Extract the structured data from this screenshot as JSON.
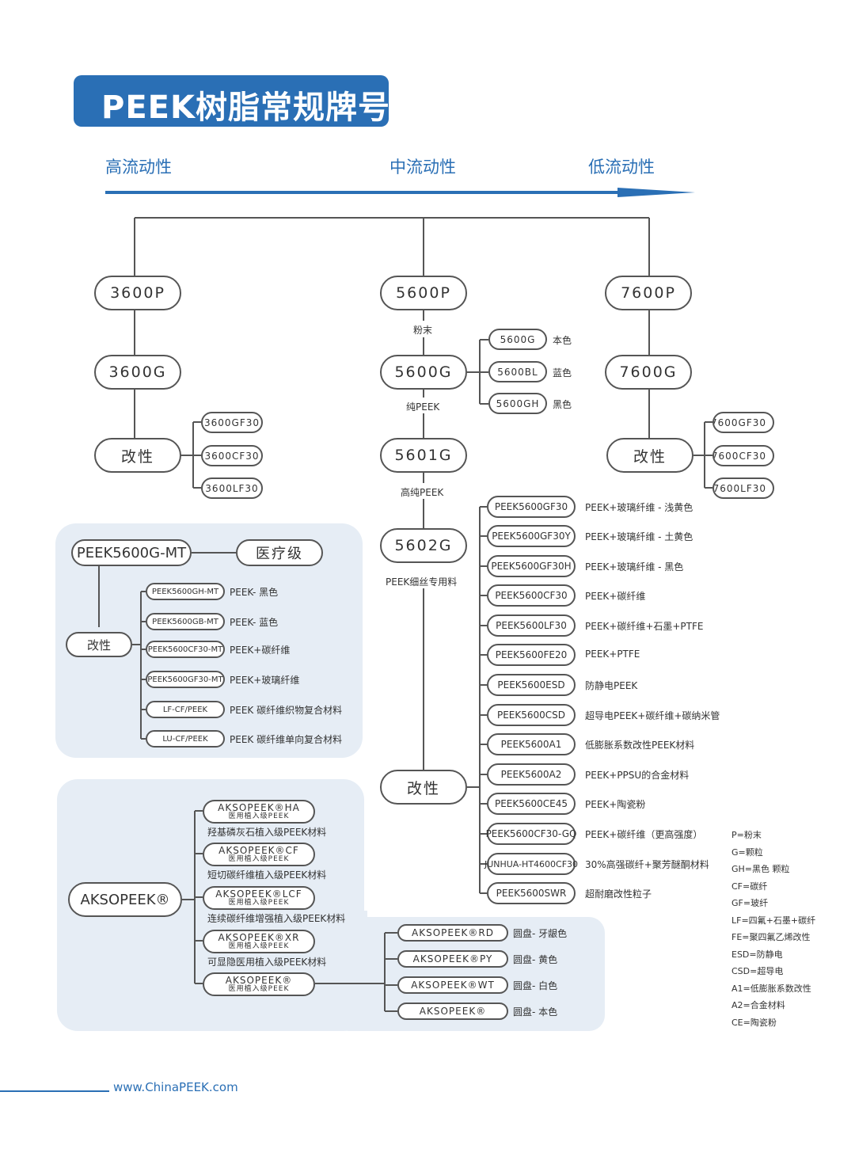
{
  "title": "PEEK树脂常规牌号",
  "flow": {
    "high": "高流动性",
    "mid": "中流动性",
    "low": "低流动性"
  },
  "left": {
    "top": "3600P",
    "mid": "3600G",
    "mod": "改性",
    "items": [
      "3600GF30",
      "3600CF30",
      "3600LF30"
    ]
  },
  "right": {
    "top": "7600P",
    "mid": "7600G",
    "mod": "改性",
    "items": [
      "7600GF30",
      "7600CF30",
      "7600LF30"
    ]
  },
  "center": {
    "p": "5600P",
    "powder": "粉末",
    "g": "5600G",
    "pure": "纯PEEK",
    "g_variants": [
      {
        "code": "5600G",
        "color": "本色"
      },
      {
        "code": "5600BL",
        "color": "蓝色"
      },
      {
        "code": "5600GH",
        "color": "黑色"
      }
    ],
    "g1": "5601G",
    "high_pure": "高纯PEEK",
    "g2": "5602G",
    "fine": "PEEK细丝专用料",
    "mod": "改性",
    "mods": [
      {
        "code": "PEEK5600GF30",
        "desc": "PEEK+玻璃纤维 - 浅黄色"
      },
      {
        "code": "PEEK5600GF30Y",
        "desc": "PEEK+玻璃纤维 - 土黄色"
      },
      {
        "code": "PEEK5600GF30H",
        "desc": "PEEK+玻璃纤维 - 黑色"
      },
      {
        "code": "PEEK5600CF30",
        "desc": "PEEK+碳纤维"
      },
      {
        "code": "PEEK5600LF30",
        "desc": "PEEK+碳纤维+石墨+PTFE"
      },
      {
        "code": "PEEK5600FE20",
        "desc": "PEEK+PTFE"
      },
      {
        "code": "PEEK5600ESD",
        "desc": "防静电PEEK"
      },
      {
        "code": "PEEK5600CSD",
        "desc": "超导电PEEK+碳纤维+碳纳米管"
      },
      {
        "code": "PEEK5600A1",
        "desc": "低膨胀系数改性PEEK材料"
      },
      {
        "code": "PEEK5600A2",
        "desc": "PEEK+PPSU的合金材料"
      },
      {
        "code": "PEEK5600CE45",
        "desc": "PEEK+陶瓷粉"
      },
      {
        "code": "PEEK5600CF30-GQ",
        "desc": "PEEK+碳纤维（更高强度）"
      },
      {
        "code": "JUNHUA-HT4600CF30",
        "desc": "30%高强碳纤+聚芳醚酮材料"
      },
      {
        "code": "PEEK5600SWR",
        "desc": "超耐磨改性粒子"
      }
    ]
  },
  "medical": {
    "root": "PEEK5600G-MT",
    "grade": "医疗级",
    "mod": "改性",
    "items": [
      {
        "code": "PEEK5600GH-MT",
        "desc": "PEEK- 黑色"
      },
      {
        "code": "PEEK5600GB-MT",
        "desc": "PEEK- 蓝色"
      },
      {
        "code": "PEEK5600CF30-MT",
        "desc": "PEEK+碳纤维"
      },
      {
        "code": "PEEK5600GF30-MT",
        "desc": "PEEK+玻璃纤维"
      },
      {
        "code": "LF-CF/PEEK",
        "desc": "PEEK 碳纤维织物复合材料"
      },
      {
        "code": "LU-CF/PEEK",
        "desc": "PEEK 碳纤维单向复合材料"
      }
    ]
  },
  "aksopeek": {
    "root": "AKSOPEEK®",
    "items": [
      {
        "name": "AKSOPEEK®HA",
        "sub": "医用植入级PEEK",
        "desc": "羟基磷灰石植入级PEEK材料"
      },
      {
        "name": "AKSOPEEK®CF",
        "sub": "医用植入级PEEK",
        "desc": "短切碳纤维植入级PEEK材料"
      },
      {
        "name": "AKSOPEEK®LCF",
        "sub": "医用植入级PEEK",
        "desc": "连续碳纤维增强植入级PEEK材料"
      },
      {
        "name": "AKSOPEEK®XR",
        "sub": "医用植入级PEEK",
        "desc": "可显隐医用植入级PEEK材料"
      },
      {
        "name": "AKSOPEEK®",
        "sub": "医用植入级PEEK",
        "desc": ""
      }
    ],
    "discs": [
      {
        "name": "AKSOPEEK®RD",
        "desc": "圆盘- 牙龈色"
      },
      {
        "name": "AKSOPEEK®PY",
        "desc": "圆盘- 黄色"
      },
      {
        "name": "AKSOPEEK®WT",
        "desc": "圆盘- 白色"
      },
      {
        "name": "AKSOPEEK®",
        "desc": "圆盘- 本色"
      }
    ]
  },
  "legend": [
    "P=粉末",
    "G=颗粒",
    "GH=黑色 颗粒",
    "CF=碳纤",
    "GF=玻纤",
    "LF=四氟+石墨+碳纤",
    "FE=聚四氟乙烯改性",
    "ESD=防静电",
    "CSD=超导电",
    "A1=低膨胀系数改性",
    "A2=合金材料",
    "CE=陶瓷粉"
  ],
  "url": "www.ChinaPEEK.com",
  "colors": {
    "brand": "#2a6fb5",
    "panel": "#e6edf5",
    "line": "#555555"
  }
}
